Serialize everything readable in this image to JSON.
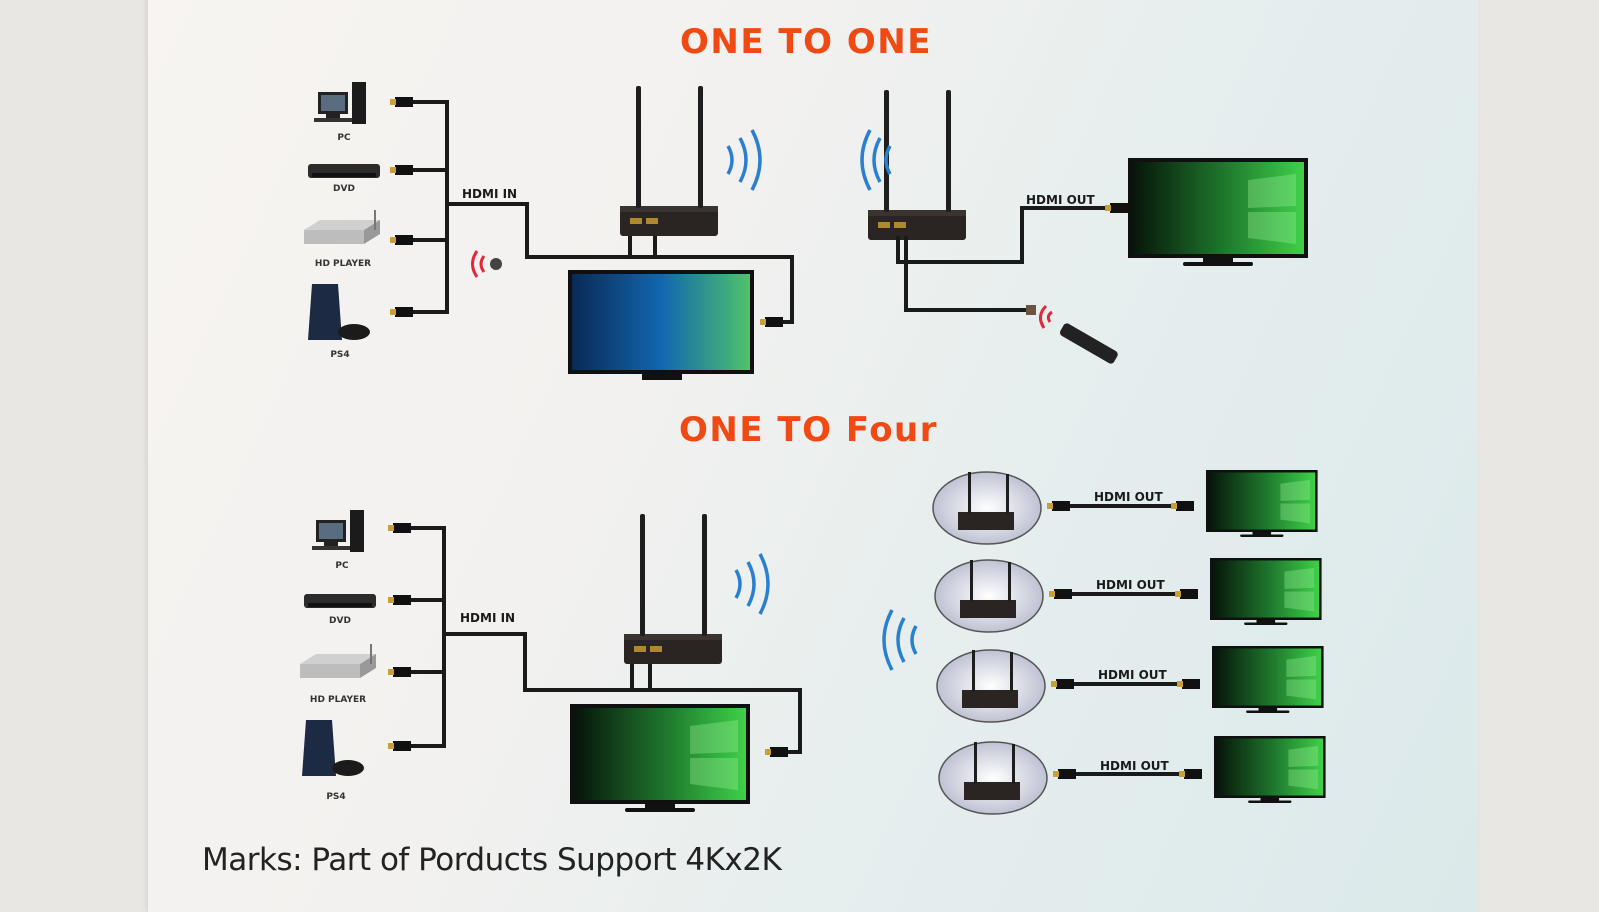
{
  "diagram": {
    "sections": [
      {
        "title": "ONE TO ONE",
        "sources": [
          "PC",
          "DVD",
          "HD PLAYER",
          "PS4"
        ],
        "input_label": "HDMI IN",
        "output_label": "HDMI OUT"
      },
      {
        "title": "ONE TO Four",
        "sources": [
          "PC",
          "DVD",
          "HD PLAYER",
          "PS4"
        ],
        "input_label": "HDMI IN",
        "output_labels": [
          "HDMI OUT",
          "HDMI OUT",
          "HDMI OUT",
          "HDMI OUT"
        ]
      }
    ],
    "footer": "Marks: Part of Porducts Support 4Kx2K"
  },
  "colors": {
    "title": "#f04a14",
    "cable": "#1a1a1a",
    "wireless": "#2a7fd0",
    "ir_signal": "#e0283a"
  }
}
